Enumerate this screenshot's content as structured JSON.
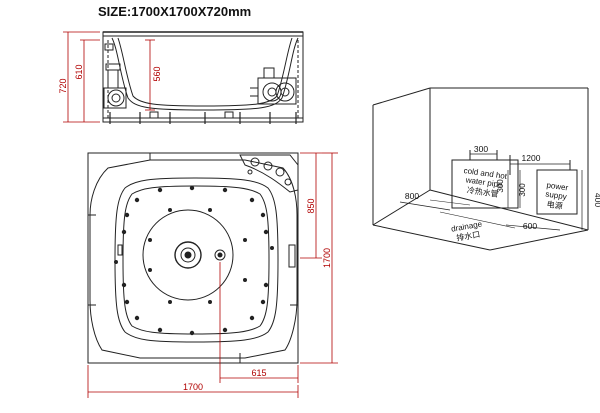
{
  "title": "SIZE:1700X1700X720mm",
  "side_view": {
    "dims": {
      "total_height": "720",
      "body_height": "610",
      "inner_depth": "560"
    }
  },
  "top_view": {
    "dims": {
      "width": "1700",
      "depth": "1700",
      "offset_right": "850",
      "offset_bottom": "615"
    }
  },
  "install_view": {
    "dims": {
      "top_a": "300",
      "top_b": "1200",
      "left_depth": "800",
      "bottom_width": "600",
      "right_height": "400",
      "mid_height_a": "300",
      "mid_height_b": "300"
    },
    "labels": {
      "water_en": [
        "cold and hot",
        "water pipe"
      ],
      "water_cn": "冷热水管",
      "power_en": [
        "power",
        "suppy"
      ],
      "power_cn": "电源",
      "drain_en": "drainage",
      "drain_cn": "排水口"
    }
  },
  "colors": {
    "dimension": "#b00000",
    "line": "#222222"
  }
}
